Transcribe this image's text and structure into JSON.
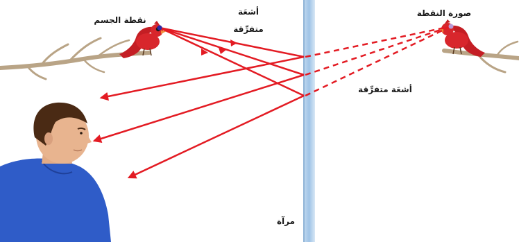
{
  "labels": {
    "object_point": "نقطة الجسم",
    "rays_top_line1": "أشعَة",
    "rays_top_line2": "متفرِّقة",
    "image_point": "صورة النقطة",
    "rays_right": "أشعَة متفرِّقة",
    "mirror": "مرآة"
  },
  "colors": {
    "ray": "#e31b23",
    "mirror": "#a9cbe8",
    "bird": "#d8262c",
    "branch": "#b9a486",
    "shirt": "#2f5cc8",
    "skin": "#e8b48f",
    "hair": "#4a2a14"
  },
  "icons": {
    "object_bird": "cardinal-bird-icon",
    "image_bird": "cardinal-bird-icon",
    "observer": "boy-profile-icon"
  }
}
